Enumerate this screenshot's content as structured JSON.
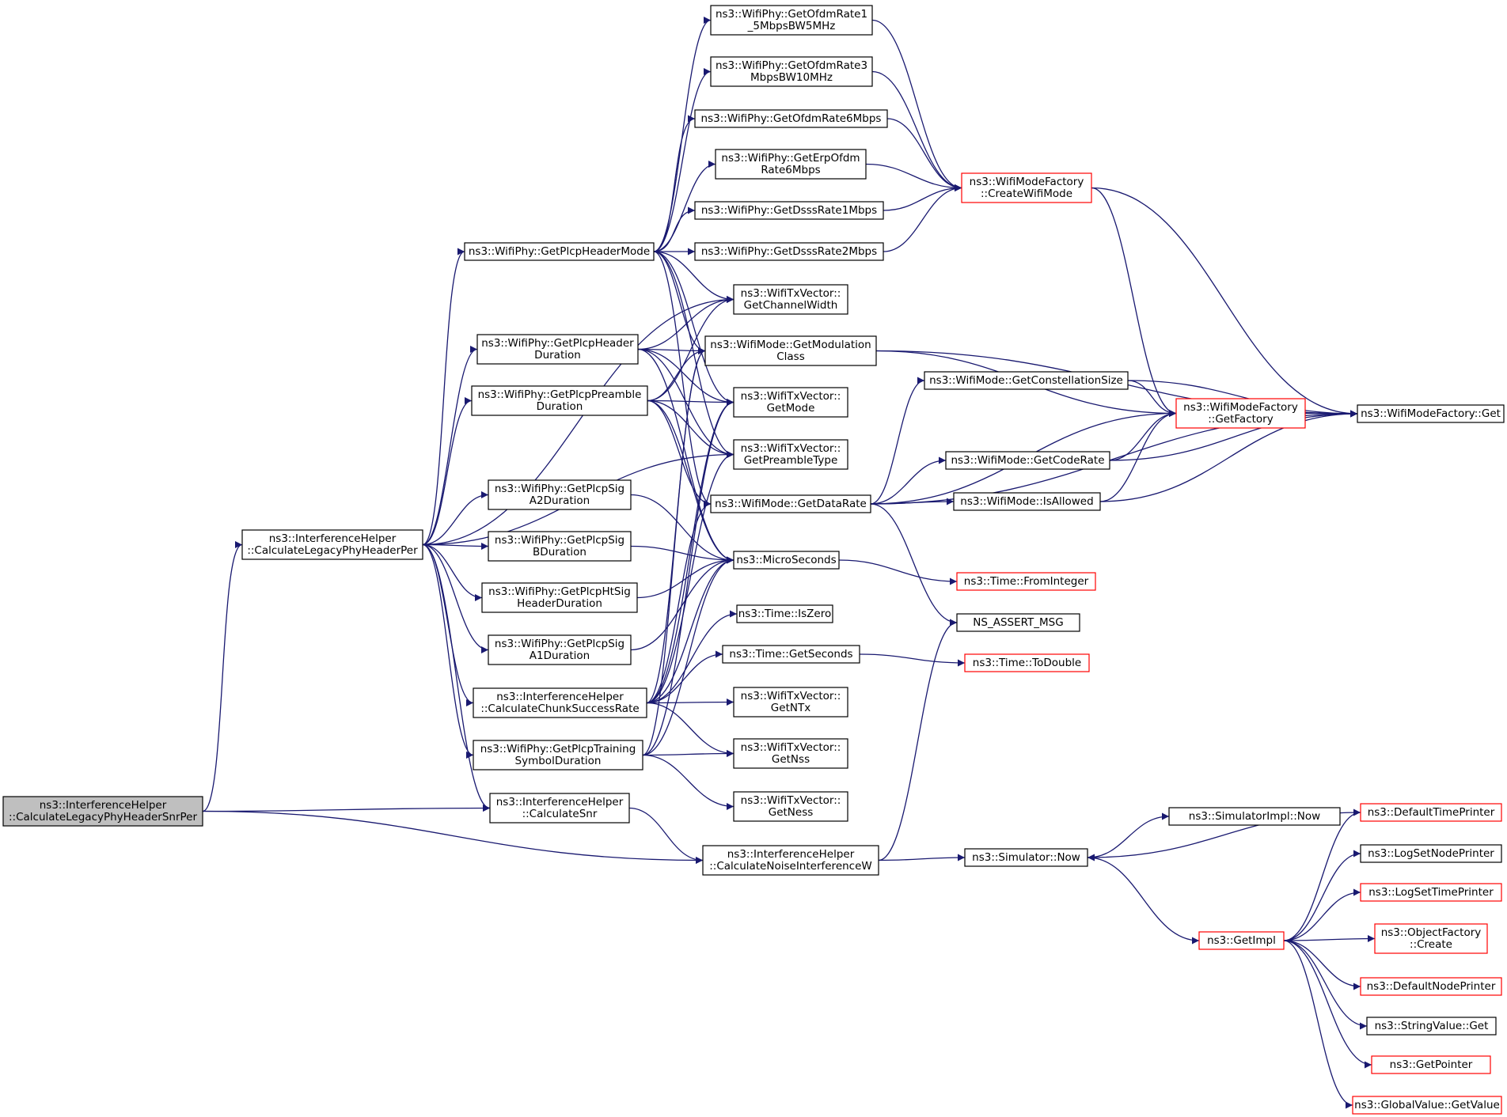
{
  "nodes": [
    {
      "id": "root",
      "lines": [
        "ns3::InterferenceHelper",
        "::CalculateLegacyPhyHeaderSnrPer"
      ],
      "style": "root"
    },
    {
      "id": "calcLegacyPer",
      "lines": [
        "ns3::InterferenceHelper",
        "::CalculateLegacyPhyHeaderPer"
      ],
      "style": "normal"
    },
    {
      "id": "getPlcpHeaderMode",
      "lines": [
        "ns3::WifiPhy::GetPlcpHeaderMode"
      ],
      "style": "normal"
    },
    {
      "id": "getPlcpHeaderDuration",
      "lines": [
        "ns3::WifiPhy::GetPlcpHeader",
        "Duration"
      ],
      "style": "normal"
    },
    {
      "id": "getPlcpPreambleDuration",
      "lines": [
        "ns3::WifiPhy::GetPlcpPreamble",
        "Duration"
      ],
      "style": "normal"
    },
    {
      "id": "getPlcpSigA2",
      "lines": [
        "ns3::WifiPhy::GetPlcpSig",
        "A2Duration"
      ],
      "style": "normal"
    },
    {
      "id": "getPlcpSigB",
      "lines": [
        "ns3::WifiPhy::GetPlcpSig",
        "BDuration"
      ],
      "style": "normal"
    },
    {
      "id": "getPlcpHtSig",
      "lines": [
        "ns3::WifiPhy::GetPlcpHtSig",
        "HeaderDuration"
      ],
      "style": "normal"
    },
    {
      "id": "getPlcpSigA1",
      "lines": [
        "ns3::WifiPhy::GetPlcpSig",
        "A1Duration"
      ],
      "style": "normal"
    },
    {
      "id": "calcChunk",
      "lines": [
        "ns3::InterferenceHelper",
        "::CalculateChunkSuccessRate"
      ],
      "style": "normal"
    },
    {
      "id": "getPlcpTraining",
      "lines": [
        "ns3::WifiPhy::GetPlcpTraining",
        "SymbolDuration"
      ],
      "style": "normal"
    },
    {
      "id": "calcSnr",
      "lines": [
        "ns3::InterferenceHelper",
        "::CalculateSnr"
      ],
      "style": "normal"
    },
    {
      "id": "calcNoise",
      "lines": [
        "ns3::InterferenceHelper",
        "::CalculateNoiseInterferenceW"
      ],
      "style": "normal"
    },
    {
      "id": "ofdm1_5",
      "lines": [
        "ns3::WifiPhy::GetOfdmRate1",
        "_5MbpsBW5MHz"
      ],
      "style": "normal"
    },
    {
      "id": "ofdm3",
      "lines": [
        "ns3::WifiPhy::GetOfdmRate3",
        "MbpsBW10MHz"
      ],
      "style": "normal"
    },
    {
      "id": "ofdm6",
      "lines": [
        "ns3::WifiPhy::GetOfdmRate6Mbps"
      ],
      "style": "normal"
    },
    {
      "id": "erp6",
      "lines": [
        "ns3::WifiPhy::GetErpOfdm",
        "Rate6Mbps"
      ],
      "style": "normal"
    },
    {
      "id": "dsss1",
      "lines": [
        "ns3::WifiPhy::GetDsssRate1Mbps"
      ],
      "style": "normal"
    },
    {
      "id": "dsss2",
      "lines": [
        "ns3::WifiPhy::GetDsssRate2Mbps"
      ],
      "style": "normal"
    },
    {
      "id": "txChannelWidth",
      "lines": [
        "ns3::WifiTxVector::",
        "GetChannelWidth"
      ],
      "style": "normal"
    },
    {
      "id": "modClass",
      "lines": [
        "ns3::WifiMode::GetModulation",
        "Class"
      ],
      "style": "normal"
    },
    {
      "id": "txGetMode",
      "lines": [
        "ns3::WifiTxVector::",
        "GetMode"
      ],
      "style": "normal"
    },
    {
      "id": "txPreamble",
      "lines": [
        "ns3::WifiTxVector::",
        "GetPreambleType"
      ],
      "style": "normal"
    },
    {
      "id": "dataRate",
      "lines": [
        "ns3::WifiMode::GetDataRate"
      ],
      "style": "normal"
    },
    {
      "id": "microSeconds",
      "lines": [
        "ns3::MicroSeconds"
      ],
      "style": "normal"
    },
    {
      "id": "isZero",
      "lines": [
        "ns3::Time::IsZero"
      ],
      "style": "normal"
    },
    {
      "id": "getSeconds",
      "lines": [
        "ns3::Time::GetSeconds"
      ],
      "style": "normal"
    },
    {
      "id": "txNTx",
      "lines": [
        "ns3::WifiTxVector::",
        "GetNTx"
      ],
      "style": "normal"
    },
    {
      "id": "txNss",
      "lines": [
        "ns3::WifiTxVector::",
        "GetNss"
      ],
      "style": "normal"
    },
    {
      "id": "txNess",
      "lines": [
        "ns3::WifiTxVector::",
        "GetNess"
      ],
      "style": "normal"
    },
    {
      "id": "createWifiMode",
      "lines": [
        "ns3::WifiModeFactory",
        "::CreateWifiMode"
      ],
      "style": "red"
    },
    {
      "id": "constellation",
      "lines": [
        "ns3::WifiMode::GetConstellationSize"
      ],
      "style": "normal"
    },
    {
      "id": "codeRate",
      "lines": [
        "ns3::WifiMode::GetCodeRate"
      ],
      "style": "normal"
    },
    {
      "id": "isAllowed",
      "lines": [
        "ns3::WifiMode::IsAllowed"
      ],
      "style": "normal"
    },
    {
      "id": "getFactory",
      "lines": [
        "ns3::WifiModeFactory",
        "::GetFactory"
      ],
      "style": "red"
    },
    {
      "id": "factoryGet",
      "lines": [
        "ns3::WifiModeFactory::Get"
      ],
      "style": "normal"
    },
    {
      "id": "fromInteger",
      "lines": [
        "ns3::Time::FromInteger"
      ],
      "style": "red"
    },
    {
      "id": "assertMsg",
      "lines": [
        "NS_ASSERT_MSG"
      ],
      "style": "normal"
    },
    {
      "id": "toDouble",
      "lines": [
        "ns3::Time::ToDouble"
      ],
      "style": "red"
    },
    {
      "id": "simNow",
      "lines": [
        "ns3::Simulator::Now"
      ],
      "style": "normal"
    },
    {
      "id": "simImplNow",
      "lines": [
        "ns3::SimulatorImpl::Now"
      ],
      "style": "normal"
    },
    {
      "id": "getImpl",
      "lines": [
        "ns3::GetImpl"
      ],
      "style": "red"
    },
    {
      "id": "defTimePrinter",
      "lines": [
        "ns3::DefaultTimePrinter"
      ],
      "style": "red"
    },
    {
      "id": "logSetNodePrinter",
      "lines": [
        "ns3::LogSetNodePrinter"
      ],
      "style": "normal"
    },
    {
      "id": "logSetTimePrinter",
      "lines": [
        "ns3::LogSetTimePrinter"
      ],
      "style": "red"
    },
    {
      "id": "objFactoryCreate",
      "lines": [
        "ns3::ObjectFactory",
        "::Create"
      ],
      "style": "red"
    },
    {
      "id": "defNodePrinter",
      "lines": [
        "ns3::DefaultNodePrinter"
      ],
      "style": "red"
    },
    {
      "id": "stringValueGet",
      "lines": [
        "ns3::StringValue::Get"
      ],
      "style": "normal"
    },
    {
      "id": "getPointer",
      "lines": [
        "ns3::GetPointer"
      ],
      "style": "red"
    },
    {
      "id": "globalValueGet",
      "lines": [
        "ns3::GlobalValue::GetValue"
      ],
      "style": "red"
    }
  ],
  "edges": [
    [
      "root",
      "calcLegacyPer"
    ],
    [
      "root",
      "calcSnr"
    ],
    [
      "root",
      "calcNoise"
    ],
    [
      "calcLegacyPer",
      "getPlcpHeaderMode"
    ],
    [
      "calcLegacyPer",
      "getPlcpHeaderDuration"
    ],
    [
      "calcLegacyPer",
      "getPlcpPreambleDuration"
    ],
    [
      "calcLegacyPer",
      "getPlcpSigA2"
    ],
    [
      "calcLegacyPer",
      "getPlcpSigB"
    ],
    [
      "calcLegacyPer",
      "getPlcpHtSig"
    ],
    [
      "calcLegacyPer",
      "getPlcpSigA1"
    ],
    [
      "calcLegacyPer",
      "calcChunk"
    ],
    [
      "calcLegacyPer",
      "getPlcpTraining"
    ],
    [
      "calcLegacyPer",
      "calcSnr"
    ],
    [
      "calcLegacyPer",
      "txChannelWidth"
    ],
    [
      "calcLegacyPer",
      "txPreamble"
    ],
    [
      "getPlcpHeaderMode",
      "ofdm1_5"
    ],
    [
      "getPlcpHeaderMode",
      "ofdm3"
    ],
    [
      "getPlcpHeaderMode",
      "ofdm6"
    ],
    [
      "getPlcpHeaderMode",
      "erp6"
    ],
    [
      "getPlcpHeaderMode",
      "dsss1"
    ],
    [
      "getPlcpHeaderMode",
      "dsss2"
    ],
    [
      "getPlcpHeaderMode",
      "txChannelWidth"
    ],
    [
      "getPlcpHeaderMode",
      "modClass"
    ],
    [
      "getPlcpHeaderMode",
      "txGetMode"
    ],
    [
      "getPlcpHeaderMode",
      "txPreamble"
    ],
    [
      "getPlcpHeaderMode",
      "dataRate"
    ],
    [
      "getPlcpHeaderDuration",
      "txChannelWidth"
    ],
    [
      "getPlcpHeaderDuration",
      "modClass"
    ],
    [
      "getPlcpHeaderDuration",
      "txGetMode"
    ],
    [
      "getPlcpHeaderDuration",
      "txPreamble"
    ],
    [
      "getPlcpHeaderDuration",
      "microSeconds"
    ],
    [
      "getPlcpPreambleDuration",
      "txChannelWidth"
    ],
    [
      "getPlcpPreambleDuration",
      "modClass"
    ],
    [
      "getPlcpPreambleDuration",
      "txGetMode"
    ],
    [
      "getPlcpPreambleDuration",
      "txPreamble"
    ],
    [
      "getPlcpPreambleDuration",
      "dataRate"
    ],
    [
      "getPlcpPreambleDuration",
      "microSeconds"
    ],
    [
      "getPlcpSigA2",
      "microSeconds"
    ],
    [
      "getPlcpSigB",
      "microSeconds"
    ],
    [
      "getPlcpHtSig",
      "microSeconds"
    ],
    [
      "getPlcpSigA1",
      "microSeconds"
    ],
    [
      "calcChunk",
      "modClass"
    ],
    [
      "calcChunk",
      "txGetMode"
    ],
    [
      "calcChunk",
      "txPreamble"
    ],
    [
      "calcChunk",
      "dataRate"
    ],
    [
      "calcChunk",
      "microSeconds"
    ],
    [
      "calcChunk",
      "isZero"
    ],
    [
      "calcChunk",
      "getSeconds"
    ],
    [
      "calcChunk",
      "txNTx"
    ],
    [
      "calcChunk",
      "txNss"
    ],
    [
      "getPlcpTraining",
      "modClass"
    ],
    [
      "getPlcpTraining",
      "txGetMode"
    ],
    [
      "getPlcpTraining",
      "microSeconds"
    ],
    [
      "getPlcpTraining",
      "txNss"
    ],
    [
      "getPlcpTraining",
      "txNess"
    ],
    [
      "calcSnr",
      "calcNoise"
    ],
    [
      "calcNoise",
      "simNow"
    ],
    [
      "calcNoise",
      "assertMsg"
    ],
    [
      "ofdm1_5",
      "createWifiMode"
    ],
    [
      "ofdm3",
      "createWifiMode"
    ],
    [
      "ofdm6",
      "createWifiMode"
    ],
    [
      "erp6",
      "createWifiMode"
    ],
    [
      "dsss1",
      "createWifiMode"
    ],
    [
      "dsss2",
      "createWifiMode"
    ],
    [
      "createWifiMode",
      "getFactory"
    ],
    [
      "createWifiMode",
      "factoryGet"
    ],
    [
      "modClass",
      "getFactory"
    ],
    [
      "modClass",
      "factoryGet"
    ],
    [
      "dataRate",
      "constellation"
    ],
    [
      "dataRate",
      "codeRate"
    ],
    [
      "dataRate",
      "isAllowed"
    ],
    [
      "dataRate",
      "getFactory"
    ],
    [
      "dataRate",
      "factoryGet"
    ],
    [
      "dataRate",
      "assertMsg"
    ],
    [
      "constellation",
      "getFactory"
    ],
    [
      "constellation",
      "factoryGet"
    ],
    [
      "codeRate",
      "getFactory"
    ],
    [
      "codeRate",
      "factoryGet"
    ],
    [
      "isAllowed",
      "getFactory"
    ],
    [
      "isAllowed",
      "factoryGet"
    ],
    [
      "getFactory",
      "factoryGet"
    ],
    [
      "microSeconds",
      "fromInteger"
    ],
    [
      "getSeconds",
      "toDouble"
    ],
    [
      "simNow",
      "simImplNow"
    ],
    [
      "simNow",
      "getImpl"
    ],
    [
      "defTimePrinter",
      "simNow"
    ],
    [
      "getImpl",
      "defTimePrinter"
    ],
    [
      "getImpl",
      "logSetNodePrinter"
    ],
    [
      "getImpl",
      "logSetTimePrinter"
    ],
    [
      "getImpl",
      "objFactoryCreate"
    ],
    [
      "getImpl",
      "defNodePrinter"
    ],
    [
      "getImpl",
      "stringValueGet"
    ],
    [
      "getImpl",
      "getPointer"
    ],
    [
      "getImpl",
      "globalValueGet"
    ]
  ],
  "colors": {
    "edge": "#191970",
    "node_border": "#000000",
    "node_border_red": "#ff0000",
    "root_fill": "#bfbfbf"
  }
}
